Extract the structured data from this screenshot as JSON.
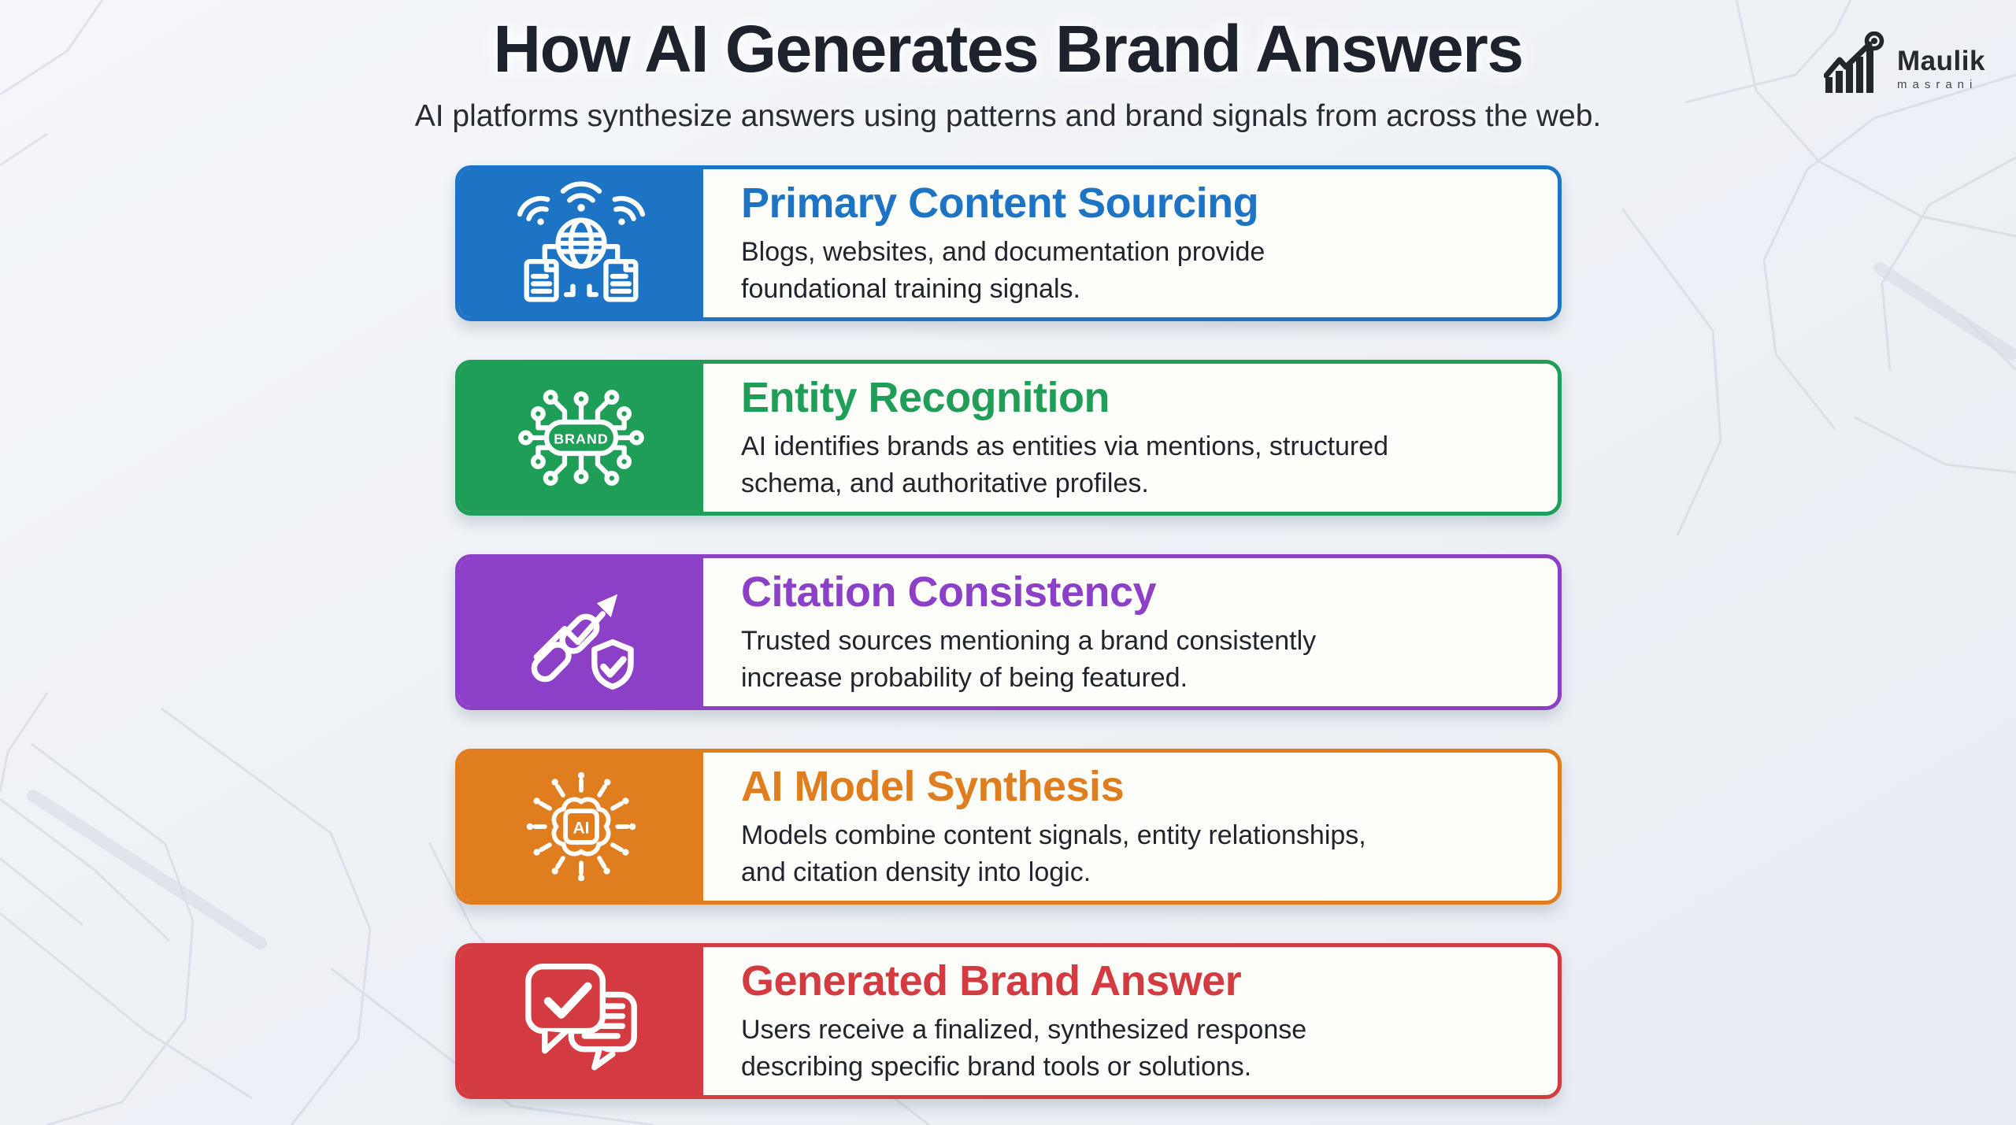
{
  "header": {
    "title": "How AI Generates Brand Answers",
    "subtitle": "AI platforms synthesize answers using patterns and brand signals from across the web."
  },
  "logo": {
    "name": "Maulik",
    "subname": "masrani",
    "icon": "growth-chart-magnifier-icon",
    "color": "#23262b"
  },
  "cards": [
    {
      "id": "primary-content-sourcing",
      "color": "#1e74c4",
      "icon": "globe-network-docs-icon",
      "title": "Primary Content Sourcing",
      "description": "Blogs, websites, and documentation provide\nfoundational training signals."
    },
    {
      "id": "entity-recognition",
      "color": "#1f9e58",
      "icon": "brand-circuit-icon",
      "icon_label": "BRAND",
      "title": "Entity Recognition",
      "description": "AI identifies brands as entities via mentions, structured\nschema, and authoritative profiles."
    },
    {
      "id": "citation-consistency",
      "color": "#8c40c8",
      "icon": "chain-link-arrow-shield-icon",
      "title": "Citation Consistency",
      "description": "Trusted sources mentioning a brand consistently\nincrease probability of being featured."
    },
    {
      "id": "ai-model-synthesis",
      "color": "#e07d1e",
      "icon": "ai-brain-chip-icon",
      "icon_label": "AI",
      "title": "AI Model Synthesis",
      "description": "Models combine content signals, entity relationships,\nand citation density into logic."
    },
    {
      "id": "generated-brand-answer",
      "color": "#d43b40",
      "icon": "chat-bubbles-check-icon",
      "title": "Generated Brand Answer",
      "description": "Users receive a finalized, synthesized response\ndescribing specific brand tools or solutions."
    }
  ]
}
